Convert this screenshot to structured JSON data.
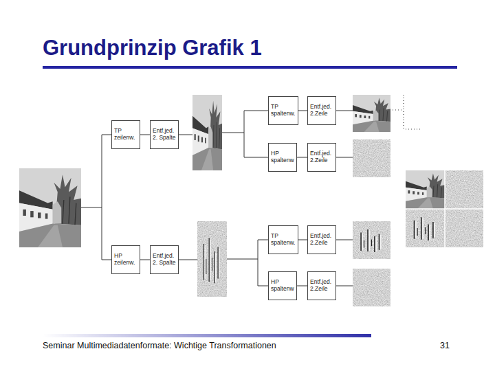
{
  "diagram": {
    "title": "Grundprinzip Grafik 1",
    "nodes": [
      {
        "text": [
          "TP zeilenw."
        ]
      },
      {
        "text": [
          "Entf.jed. 2. Spalte"
        ]
      },
      {
        "text": [
          "TP spaltenw."
        ]
      },
      {
        "text": [
          "Entf.jed. 2.Zeile"
        ]
      },
      {
        "text": [
          "HP spaltenw"
        ]
      },
      {
        "text": [
          "Entf.jed. 2.Zeile"
        ]
      },
      {
        "text": [
          "HP zeilenw."
        ]
      },
      {
        "text": [
          "Entf.jed. 2. Spalte"
        ]
      },
      {
        "text": [
          "TP spaltenw."
        ]
      },
      {
        "text": [
          "Entf.jed. 2.Zeile"
        ]
      },
      {
        "text": [
          "HP spaltenw"
        ]
      },
      {
        "text": [
          "Entf.jed. 2.Zeile"
        ]
      }
    ],
    "edges": [
      {
        "from": 0,
        "to": 1,
        "arrow": "none"
      },
      {
        "from": 2,
        "to": 3,
        "arrow": "none"
      },
      {
        "from": 4,
        "to": 5,
        "arrow": "none"
      },
      {
        "from": 6,
        "to": 7,
        "arrow": "none"
      },
      {
        "from": 8,
        "to": 9,
        "arrow": "none"
      },
      {
        "from": 10,
        "to": 11,
        "arrow": "none"
      }
    ],
    "labels": [
      "Seminar Multimediadatenformate: Wichtige Transformationen",
      "31"
    ]
  }
}
